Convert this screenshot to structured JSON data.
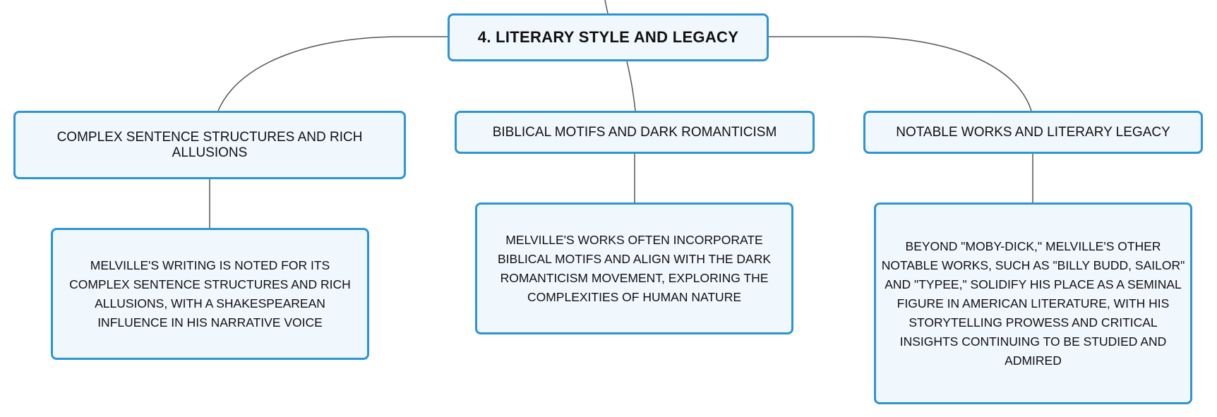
{
  "colors": {
    "node_fill": "#f0f7fd",
    "node_border": "#2b95d6",
    "connector": "#555555",
    "text": "#111111"
  },
  "root": {
    "label": "4. LITERARY STYLE AND LEGACY"
  },
  "branches": [
    {
      "label": "COMPLEX SENTENCE STRUCTURES AND RICH ALLUSIONS",
      "detail": "MELVILLE'S WRITING IS NOTED FOR ITS COMPLEX SENTENCE STRUCTURES AND RICH ALLUSIONS, WITH A SHAKESPEAREAN INFLUENCE IN HIS NARRATIVE VOICE"
    },
    {
      "label": "BIBLICAL MOTIFS AND DARK ROMANTICISM",
      "detail": "MELVILLE'S WORKS OFTEN INCORPORATE BIBLICAL MOTIFS AND ALIGN WITH THE DARK ROMANTICISM MOVEMENT, EXPLORING THE COMPLEXITIES OF HUMAN NATURE"
    },
    {
      "label": "NOTABLE WORKS AND LITERARY LEGACY",
      "detail": "BEYOND \"MOBY-DICK,\" MELVILLE'S OTHER NOTABLE WORKS, SUCH AS \"BILLY BUDD, SAILOR\" AND \"TYPEE,\" SOLIDIFY HIS PLACE AS A SEMINAL FIGURE IN AMERICAN LITERATURE, WITH HIS STORYTELLING PROWESS AND CRITICAL INSIGHTS CONTINUING TO BE STUDIED AND ADMIRED"
    }
  ]
}
